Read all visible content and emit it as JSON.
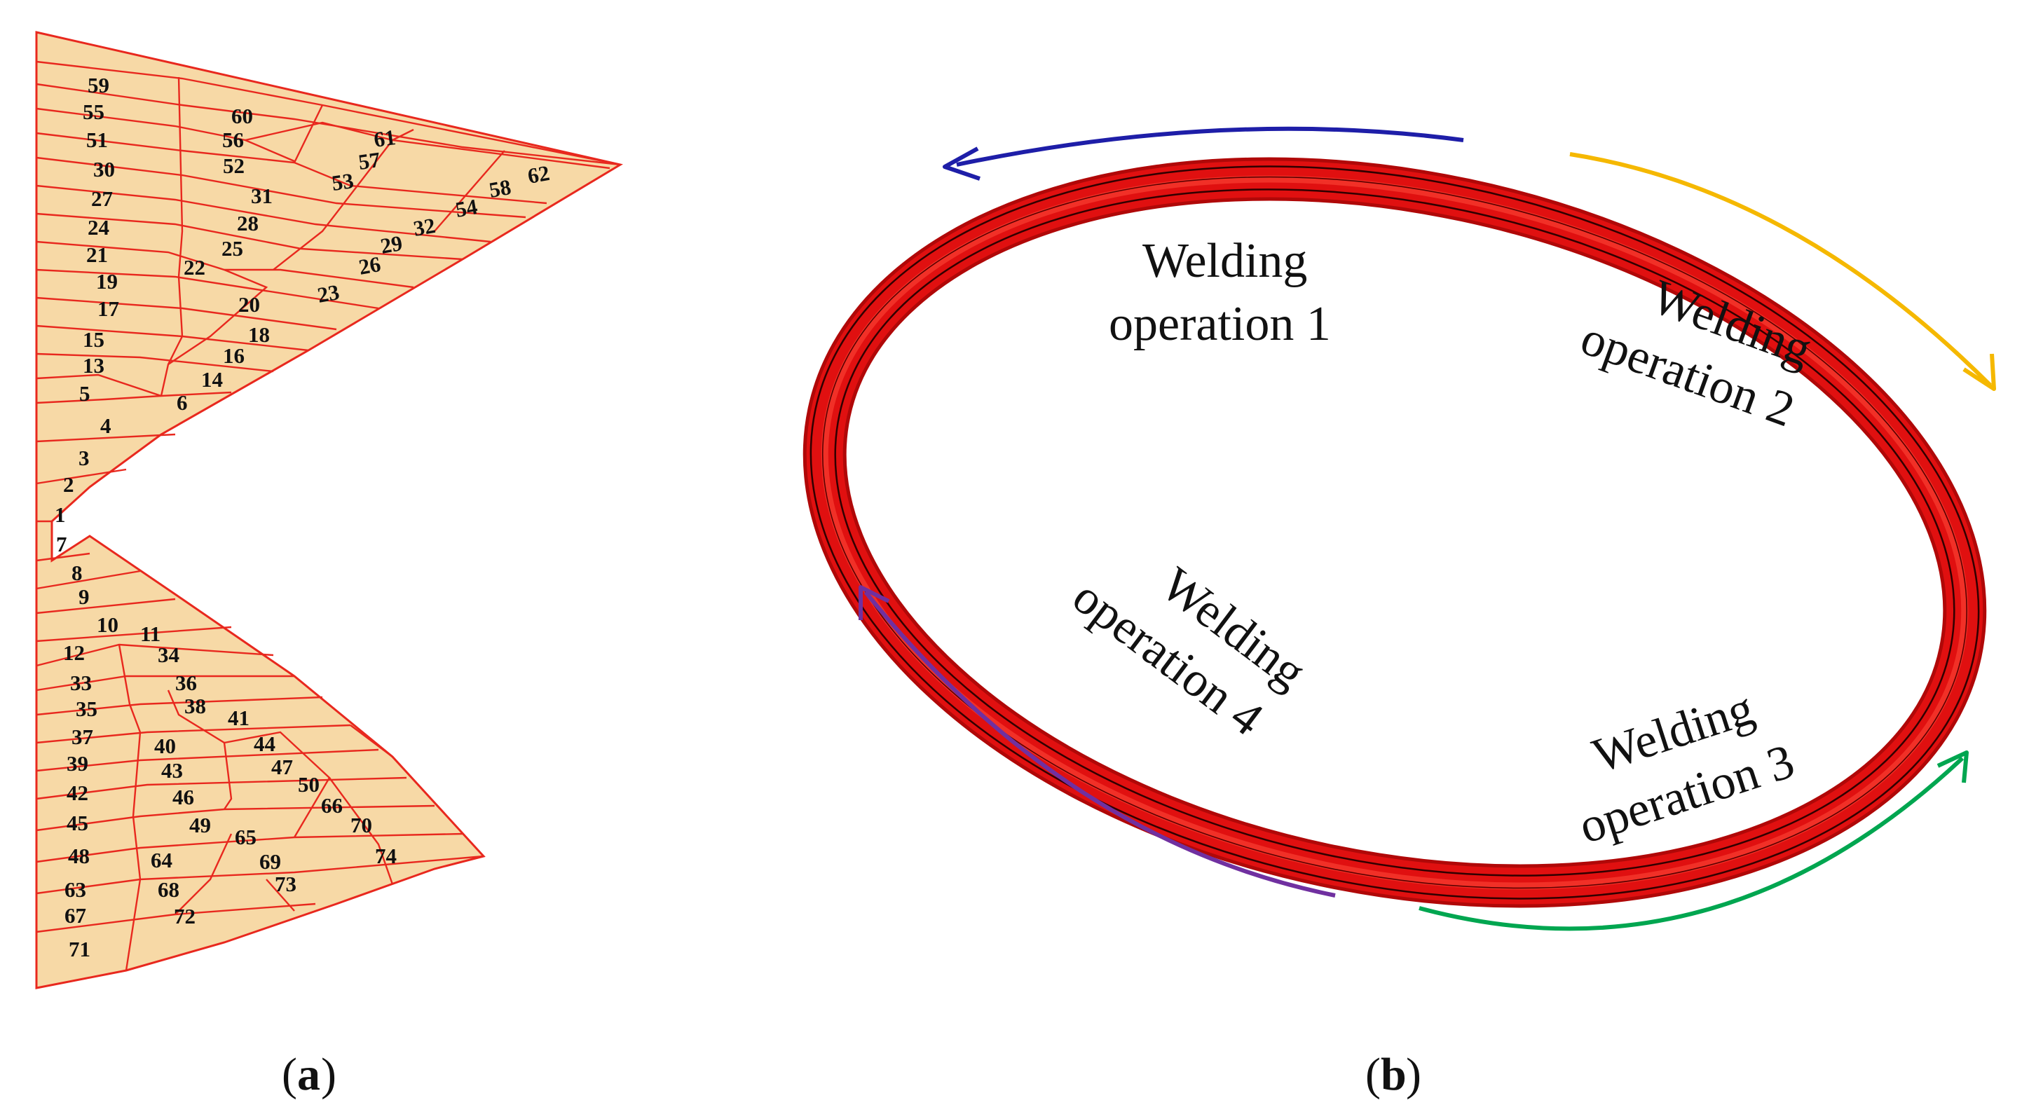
{
  "panel_a": {
    "caption_letter": "a",
    "element_labels": [
      "59",
      "55",
      "51",
      "30",
      "27",
      "24",
      "21",
      "19",
      "17",
      "15",
      "13",
      "5",
      "4",
      "3",
      "2",
      "1",
      "60",
      "56",
      "52",
      "31",
      "28",
      "25",
      "22",
      "20",
      "18",
      "16",
      "14",
      "6",
      "61",
      "57",
      "53",
      "62",
      "58",
      "54",
      "32",
      "29",
      "26",
      "23",
      "7",
      "8",
      "9",
      "10",
      "11",
      "12",
      "33",
      "34",
      "35",
      "36",
      "37",
      "38",
      "39",
      "40",
      "41",
      "42",
      "43",
      "44",
      "45",
      "46",
      "47",
      "48",
      "49",
      "50",
      "63",
      "64",
      "65",
      "66",
      "67",
      "68",
      "69",
      "70",
      "71",
      "72",
      "73",
      "74"
    ]
  },
  "panel_b": {
    "caption_letter": "b",
    "operations": [
      {
        "line1": "Welding",
        "line2": "operation 1",
        "arrow_color": "#1e1ea8"
      },
      {
        "line1": "Welding",
        "line2": "operation 2",
        "arrow_color": "#f5b800"
      },
      {
        "line1": "Welding",
        "line2": "operation 3",
        "arrow_color": "#00a650"
      },
      {
        "line1": "Welding",
        "line2": "operation 4",
        "arrow_color": "#7030a0"
      }
    ],
    "ring_color": "#e01010"
  },
  "colors": {
    "mesh_fill": "#f7d9a6",
    "mesh_line": "#e8281e"
  }
}
